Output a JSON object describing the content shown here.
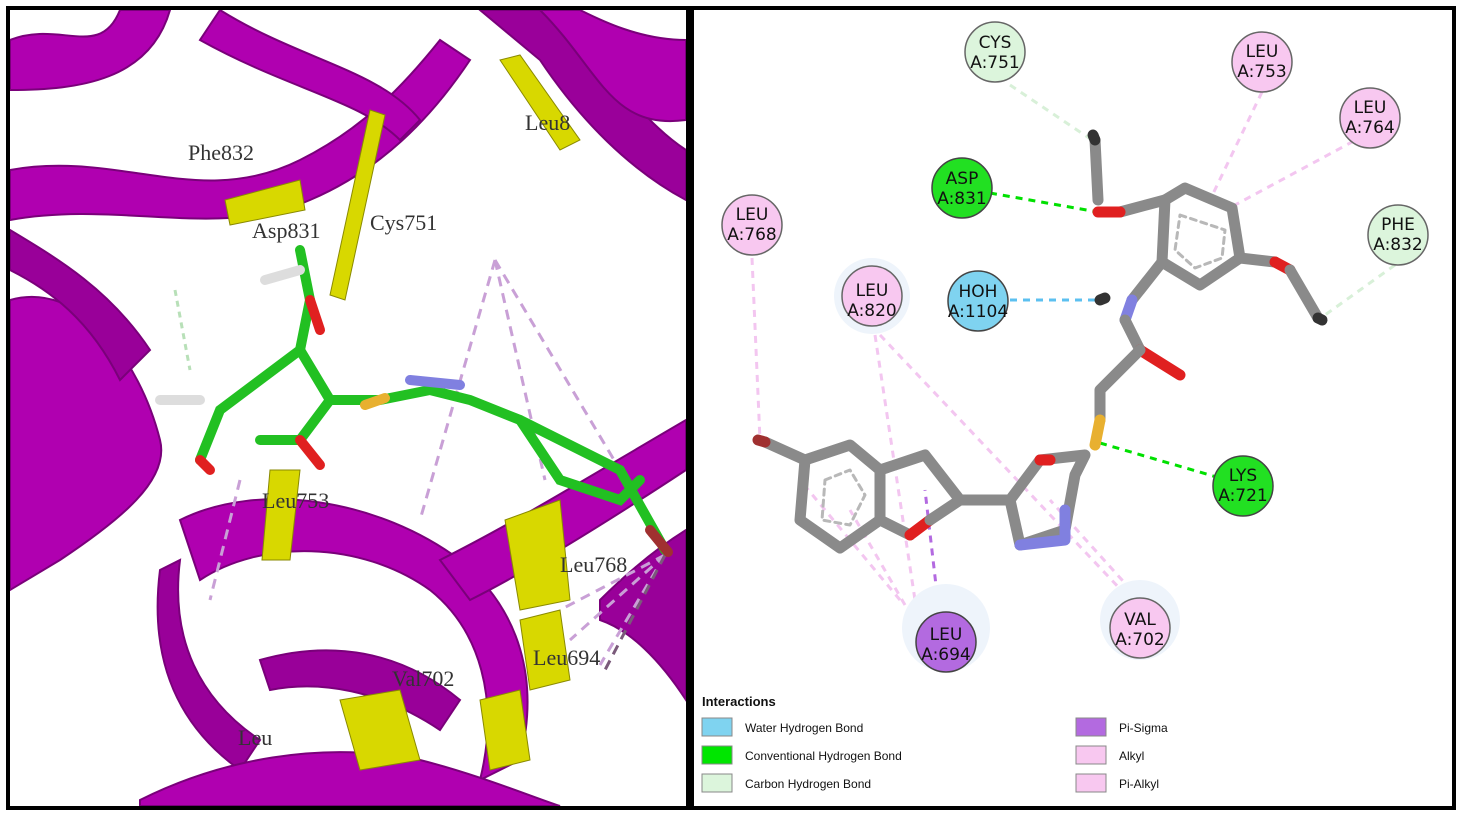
{
  "left_panel": {
    "labels": [
      {
        "id": "phe832",
        "text": "Phe832"
      },
      {
        "id": "asp831",
        "text": "Asp831"
      },
      {
        "id": "cys751",
        "text": "Cys751"
      },
      {
        "id": "leu8x",
        "text": "Leu8"
      },
      {
        "id": "leu753",
        "text": "Leu753"
      },
      {
        "id": "leu768",
        "text": "Leu768"
      },
      {
        "id": "leu694",
        "text": "Leu694"
      },
      {
        "id": "val702",
        "text": "Val702"
      },
      {
        "id": "leu_bottom",
        "text": "Leu"
      }
    ]
  },
  "right_panel": {
    "residues": [
      {
        "id": "cys751",
        "line1": "CYS",
        "line2": "A:751",
        "type": "carbon_hbond"
      },
      {
        "id": "leu753",
        "line1": "LEU",
        "line2": "A:753",
        "type": "alkyl"
      },
      {
        "id": "leu764",
        "line1": "LEU",
        "line2": "A:764",
        "type": "alkyl"
      },
      {
        "id": "asp831",
        "line1": "ASP",
        "line2": "A:831",
        "type": "conventional_hbond"
      },
      {
        "id": "phe832",
        "line1": "PHE",
        "line2": "A:832",
        "type": "carbon_hbond"
      },
      {
        "id": "leu768",
        "line1": "LEU",
        "line2": "A:768",
        "type": "alkyl"
      },
      {
        "id": "leu820",
        "line1": "LEU",
        "line2": "A:820",
        "type": "alkyl"
      },
      {
        "id": "hoh1104",
        "line1": "HOH",
        "line2": "A:1104",
        "type": "water_hbond"
      },
      {
        "id": "lys721",
        "line1": "LYS",
        "line2": "A:721",
        "type": "conventional_hbond"
      },
      {
        "id": "leu694",
        "line1": "LEU",
        "line2": "A:694",
        "type": "pi_sigma"
      },
      {
        "id": "val702",
        "line1": "VAL",
        "line2": "A:702",
        "type": "alkyl"
      }
    ],
    "legend": {
      "title": "Interactions",
      "items": [
        {
          "id": "water",
          "label": "Water Hydrogen Bond",
          "color": "#7fd3f0"
        },
        {
          "id": "conv",
          "label": "Conventional Hydrogen Bond",
          "color": "#00e600"
        },
        {
          "id": "carbon",
          "label": "Carbon Hydrogen Bond",
          "color": "#dcf5dc"
        },
        {
          "id": "pisigma",
          "label": "Pi-Sigma",
          "color": "#b36ae0"
        },
        {
          "id": "alkyl",
          "label": "Alkyl",
          "color": "#f8c8f0"
        },
        {
          "id": "pialkyl",
          "label": "Pi-Alkyl",
          "color": "#f8c8f0"
        }
      ]
    }
  },
  "colors": {
    "ribbon": "#b000b0",
    "ribbon_dark": "#7a007a",
    "ribbon_yellow": "#d8d800",
    "ligand_carbon": "#22c022",
    "ligand_gray": "#8a8a8a",
    "oxygen": "#e02020",
    "nitrogen": "#8080e0",
    "sulfur": "#e8b030",
    "bromine": "#a03030"
  }
}
